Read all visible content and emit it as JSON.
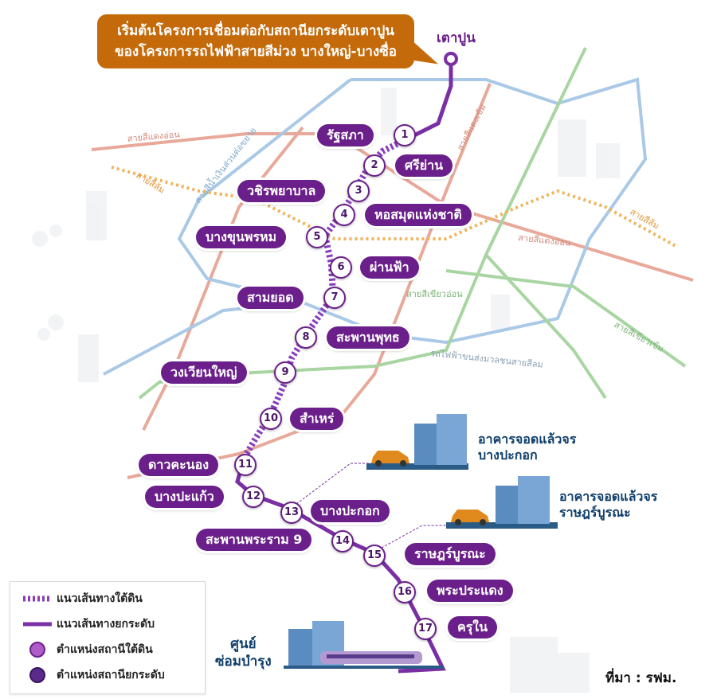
{
  "callout": {
    "line1": "เริ่มต้นโครงการเชื่อมต่อกับสถานียกระดับเตาปูน",
    "line2": "ของโครงการรถไฟฟ้าสายสีม่วง บางใหญ่-บางซื่อ"
  },
  "terminus": "เตาปูน",
  "stations": [
    {
      "num": "1",
      "name": "รัฐสภา"
    },
    {
      "num": "2",
      "name": "ศรีย่าน"
    },
    {
      "num": "3",
      "name": "วชิรพยาบาล"
    },
    {
      "num": "4",
      "name": "หอสมุดแห่งชาติ"
    },
    {
      "num": "5",
      "name": "บางขุนพรหม"
    },
    {
      "num": "6",
      "name": "ผ่านฟ้า"
    },
    {
      "num": "7",
      "name": "สามยอด"
    },
    {
      "num": "8",
      "name": "สะพานพุทธ"
    },
    {
      "num": "9",
      "name": "วงเวียนใหญ่"
    },
    {
      "num": "10",
      "name": "สำเหร่"
    },
    {
      "num": "11",
      "name": "ดาวคะนอง"
    },
    {
      "num": "12",
      "name": "บางปะแก้ว"
    },
    {
      "num": "13",
      "name": "บางปะกอก"
    },
    {
      "num": "14",
      "name": "สะพานพระราม 9"
    },
    {
      "num": "15",
      "name": "ราษฎร์บูรณะ"
    },
    {
      "num": "16",
      "name": "พระประแดง"
    },
    {
      "num": "17",
      "name": "ครุใน"
    }
  ],
  "parking": [
    {
      "line1": "อาคารจอดแล้วจร",
      "line2": "บางปะกอก"
    },
    {
      "line1": "อาคารจอดแล้วจร",
      "line2": "ราษฎร์บูรณะ"
    }
  ],
  "depot": {
    "line1": "ศูนย์",
    "line2": "ซ่อมบำรุง"
  },
  "map_lines": {
    "red_left": "สายสีแดงอ่อน",
    "red_right": "สายสีแดงอ่อน",
    "red_dark": "สายสีแดงเข้ม",
    "blue": "สายสีน้ำเงินส่วนต่อขยาย",
    "green_light": "สายสีเขียวอ่อน",
    "green_dark": "สายสีเขียวเข้ม",
    "brt_pink": "รถไฟฟ้าขนส่งมวลชนสายสีลม",
    "orange_left": "สายสีส้ม",
    "orange_right": "สายสีส้ม"
  },
  "legend": {
    "underground_line": "แนวเส้นทางใต้ดิน",
    "elevated_line": "แนวเส้นทางยกระดับ",
    "underground_station": "ตำแหน่งสถานีใต้ดิน",
    "elevated_station": "ตำแหน่งสถานียกระดับ"
  },
  "source": "ที่มา : รฟม.",
  "colors": {
    "purple": "#7b2fa5",
    "purple_dark": "#6a1f8a",
    "callout": "#c46a0a",
    "blue_line": "#a9c9e6",
    "red_line": "#e8a89a",
    "green_line": "#a8d5a2",
    "orange_line": "#f0b35a"
  }
}
